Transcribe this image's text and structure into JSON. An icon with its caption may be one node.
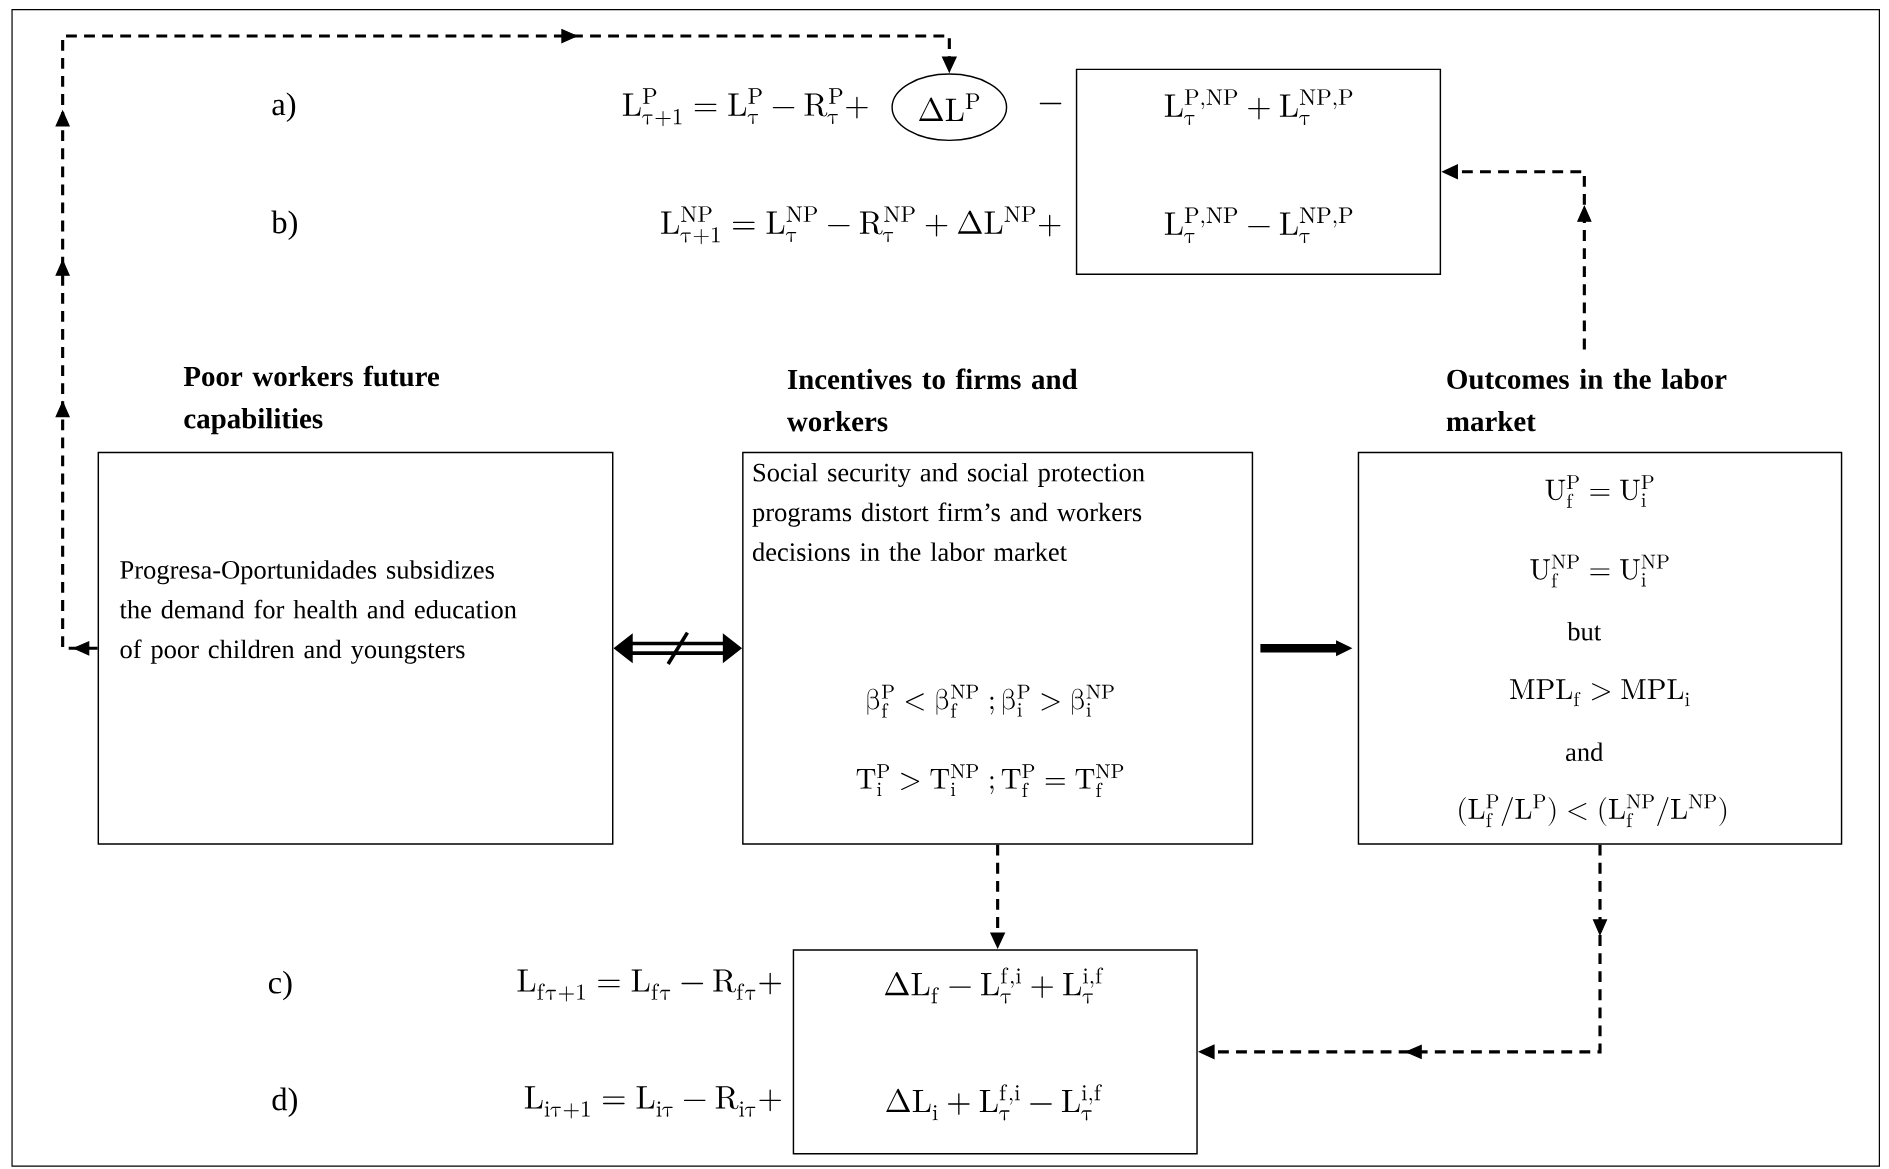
{
  "diagram": {
    "nodes": [
      {
        "text": [
          "\\Delta L^{P}"
        ]
      },
      {
        "text": [
          "L^{P,NP}_{\\tau} + L^{NP,P}_{\\tau}",
          "L^{P,NP}_{\\tau} - L^{NP,P}_{\\tau}"
        ]
      },
      {
        "text": [
          "Poor workers future capabilities",
          "Progresa-Oportunidades subsidizes the demand for health and education of poor children and youngsters"
        ]
      },
      {
        "text": [
          "Incentives to firms and workers",
          "Social security and social protection programs distort firm’s and workers decisions in the labor market",
          "\\beta_{f}^{P} < \\beta_{f}^{NP} \\; ; \\beta_{i}^{P} > \\beta_{i}^{NP}",
          "T_{i}^{P} > T_{i}^{NP} \\; ; T_{f}^{P} = T_{f}^{NP}"
        ]
      },
      {
        "text": [
          "Outcomes in the labor market",
          "U_{f}^{P} = U_{i}^{P}",
          "U_{f}^{NP} = U_{i}^{NP}",
          "but",
          "MPL_{f} > MPL_{i}",
          "and",
          "(L_{f}^{P}/L^{P}) < (L_{f}^{NP}/L^{NP})"
        ]
      },
      {
        "text": [
          "\\Delta L_{f} - L^{f,i}_{\\tau} + L^{i,f}_{\\tau}",
          "\\Delta L_{i} + L^{f,i}_{\\tau} - L^{i,f}_{\\tau}"
        ]
      }
    ],
    "edges": [
      {
        "from": 2,
        "to": 0,
        "arrow": "to",
        "style": "dashed"
      },
      {
        "from": 4,
        "to": 1,
        "arrow": "to",
        "style": "dashed"
      },
      {
        "from": 2,
        "to": 3,
        "arrow": "both",
        "style": "thick"
      },
      {
        "from": 3,
        "to": 4,
        "arrow": "to",
        "style": "thick"
      },
      {
        "from": 3,
        "to": 5,
        "arrow": "to",
        "style": "dashed"
      },
      {
        "from": 4,
        "to": 5,
        "arrow": "to",
        "style": "dashed"
      }
    ],
    "labels": [
      "a)",
      "L^{P}_{\\tau+1} = L^{P}_{\\tau} - R^{P}_{\\tau} +",
      "-",
      "b)",
      "L^{NP}_{\\tau+1} = L^{NP}_{\\tau} - R^{NP}_{\\tau} + \\Delta L^{NP} +",
      "c)",
      "L_{f\\tau+1} = L_{f\\tau} - R_{f\\tau} +",
      "d)",
      "L_{i\\tau+1} = L_{i\\tau} - R_{i\\tau} +"
    ]
  }
}
